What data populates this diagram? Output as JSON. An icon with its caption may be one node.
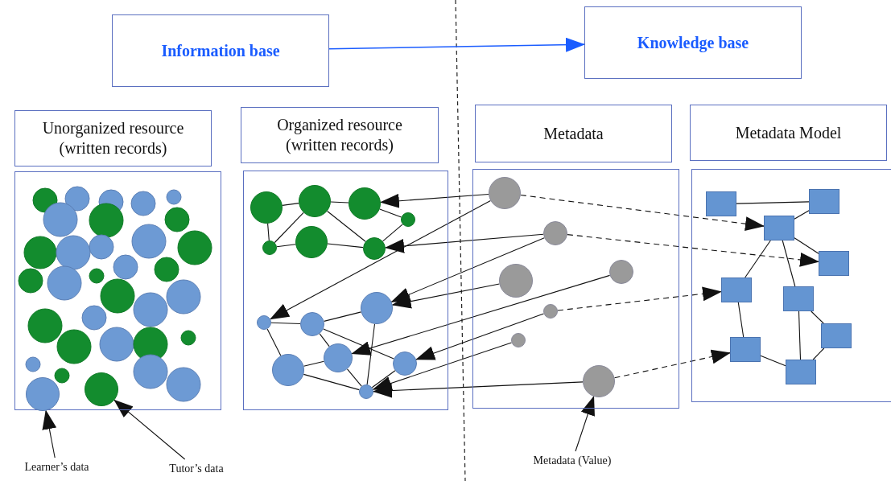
{
  "diagram": {
    "nodes": [
      {
        "text": [
          "Information base"
        ]
      },
      {
        "text": [
          "Knowledge base"
        ]
      },
      {
        "text": [
          "Unorganized resource (written records)"
        ]
      },
      {
        "text": [
          "Organized resource (written records)"
        ]
      },
      {
        "text": [
          "Metadata"
        ]
      },
      {
        "text": [
          "Metadata Model"
        ]
      },
      {
        "text": [],
        "shape": "box"
      },
      {
        "text": [],
        "shape": "circle",
        "in": 6
      },
      {
        "text": [],
        "shape": "circle",
        "in": 6
      },
      {
        "text": [
          "Learner’s data"
        ]
      },
      {
        "text": [
          "Tutor’s data"
        ]
      },
      {
        "text": [],
        "shape": "box"
      },
      {
        "text": [],
        "shape": "circle",
        "in": 11
      },
      {
        "text": [],
        "shape": "circle",
        "in": 11
      },
      {
        "text": [],
        "shape": "circle",
        "in": 11
      },
      {
        "text": [],
        "shape": "circle",
        "in": 11
      },
      {
        "text": [],
        "shape": "circle",
        "in": 11
      },
      {
        "text": [],
        "shape": "circle",
        "in": 11
      },
      {
        "text": [],
        "shape": "circle",
        "in": 11
      },
      {
        "text": [],
        "shape": "circle",
        "in": 11
      },
      {
        "text": [],
        "shape": "circle",
        "in": 11
      },
      {
        "text": [],
        "shape": "circle",
        "in": 11
      },
      {
        "text": [],
        "shape": "circle",
        "in": 11
      },
      {
        "text": [],
        "shape": "circle",
        "in": 11
      },
      {
        "text": [],
        "shape": "circle",
        "in": 11
      },
      {
        "text": [],
        "shape": "circle",
        "in": 11
      },
      {
        "text": [],
        "shape": "box"
      },
      {
        "text": [],
        "shape": "circle",
        "in": 26
      },
      {
        "text": [],
        "shape": "circle",
        "in": 26
      },
      {
        "text": [],
        "shape": "circle",
        "in": 26
      },
      {
        "text": [],
        "shape": "circle",
        "in": 26
      },
      {
        "text": [],
        "shape": "circle",
        "in": 26
      },
      {
        "text": [],
        "shape": "circle",
        "in": 26
      },
      {
        "text": [],
        "shape": "circle",
        "in": 26
      },
      {
        "text": [
          "Metadata (Value)"
        ]
      },
      {
        "text": [],
        "shape": "box"
      },
      {
        "text": [],
        "shape": "box",
        "in": 35
      },
      {
        "text": [],
        "shape": "box",
        "in": 35
      },
      {
        "text": [],
        "shape": "box",
        "in": 35
      },
      {
        "text": [],
        "shape": "box",
        "in": 35
      },
      {
        "text": [],
        "shape": "box",
        "in": 35
      },
      {
        "text": [],
        "shape": "box",
        "in": 35
      },
      {
        "text": [],
        "shape": "box",
        "in": 35
      },
      {
        "text": [],
        "shape": "box",
        "in": 35
      },
      {
        "text": [],
        "shape": "box",
        "in": 35
      }
    ],
    "edges": [
      {
        "from": 0,
        "to": 1,
        "arrow": "to",
        "color": "#1a5cff"
      },
      {
        "from": 9,
        "to": 7,
        "arrow": "to"
      },
      {
        "from": 10,
        "to": 8,
        "arrow": "to"
      },
      {
        "from": 12,
        "to": 13,
        "arrow": "none"
      },
      {
        "from": 13,
        "to": 14,
        "arrow": "none"
      },
      {
        "from": 14,
        "to": 15,
        "arrow": "none"
      },
      {
        "from": 15,
        "to": 18,
        "arrow": "none"
      },
      {
        "from": 12,
        "to": 16,
        "arrow": "none"
      },
      {
        "from": 16,
        "to": 13,
        "arrow": "none"
      },
      {
        "from": 16,
        "to": 17,
        "arrow": "none"
      },
      {
        "from": 17,
        "to": 18,
        "arrow": "none"
      },
      {
        "from": 13,
        "to": 18,
        "arrow": "none"
      },
      {
        "from": 19,
        "to": 20,
        "arrow": "none"
      },
      {
        "from": 19,
        "to": 23,
        "arrow": "none"
      },
      {
        "from": 20,
        "to": 21,
        "arrow": "none"
      },
      {
        "from": 20,
        "to": 22,
        "arrow": "none"
      },
      {
        "from": 20,
        "to": 24,
        "arrow": "none"
      },
      {
        "from": 21,
        "to": 25,
        "arrow": "none"
      },
      {
        "from": 22,
        "to": 25,
        "arrow": "none"
      },
      {
        "from": 22,
        "to": 23,
        "arrow": "none"
      },
      {
        "from": 23,
        "to": 25,
        "arrow": "none"
      },
      {
        "from": 25,
        "to": 24,
        "arrow": "none"
      },
      {
        "from": 27,
        "to": 14,
        "arrow": "to"
      },
      {
        "from": 27,
        "to": 19,
        "arrow": "to"
      },
      {
        "from": 28,
        "to": 18,
        "arrow": "to"
      },
      {
        "from": 28,
        "to": 21,
        "arrow": "to"
      },
      {
        "from": 29,
        "to": 21,
        "arrow": "to"
      },
      {
        "from": 30,
        "to": 22,
        "arrow": "to"
      },
      {
        "from": 31,
        "to": 24,
        "arrow": "to"
      },
      {
        "from": 32,
        "to": 25,
        "arrow": "to"
      },
      {
        "from": 33,
        "to": 25,
        "arrow": "to"
      },
      {
        "from": 27,
        "to": 38,
        "arrow": "to",
        "style": "dashed"
      },
      {
        "from": 28,
        "to": 39,
        "arrow": "to",
        "style": "dashed"
      },
      {
        "from": 31,
        "to": 40,
        "arrow": "to",
        "style": "dashed"
      },
      {
        "from": 33,
        "to": 43,
        "arrow": "to",
        "style": "dashed"
      },
      {
        "from": 34,
        "to": 33,
        "arrow": "to"
      },
      {
        "from": 36,
        "to": 37,
        "arrow": "none"
      },
      {
        "from": 37,
        "to": 38,
        "arrow": "none"
      },
      {
        "from": 38,
        "to": 39,
        "arrow": "none"
      },
      {
        "from": 38,
        "to": 40,
        "arrow": "none"
      },
      {
        "from": 38,
        "to": 41,
        "arrow": "none"
      },
      {
        "from": 40,
        "to": 43,
        "arrow": "none"
      },
      {
        "from": 41,
        "to": 44,
        "arrow": "none"
      },
      {
        "from": 41,
        "to": 42,
        "arrow": "none"
      },
      {
        "from": 42,
        "to": 44,
        "arrow": "none"
      },
      {
        "from": 43,
        "to": 44,
        "arrow": "none"
      }
    ]
  }
}
